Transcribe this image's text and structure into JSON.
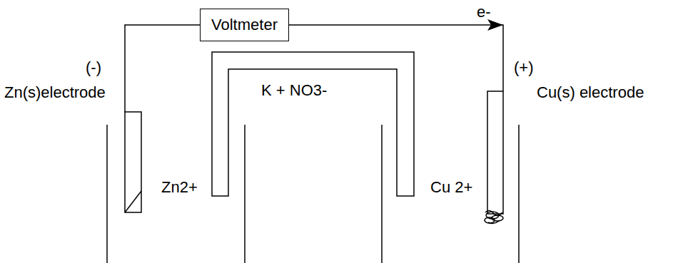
{
  "diagram": {
    "nodes": [
      {
        "text": [
          "Voltmeter"
        ]
      }
    ],
    "labels": [
      "e-",
      "(-)",
      "Zn(s)electrode",
      "(+)",
      "Cu(s) electrode",
      "K + NO3-",
      "Zn2+",
      "Cu 2+"
    ]
  }
}
